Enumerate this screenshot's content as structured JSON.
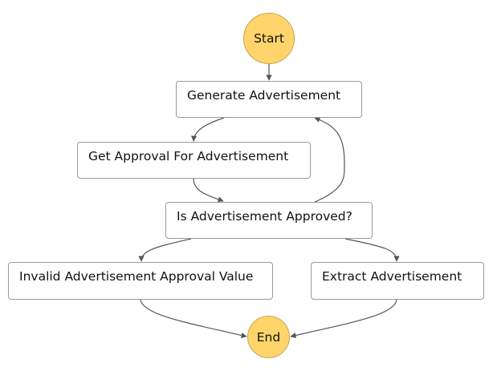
{
  "diagram": {
    "nodes": {
      "start": {
        "label": "Start",
        "shape": "circle"
      },
      "generate": {
        "label": "Generate Advertisement",
        "shape": "box"
      },
      "approval": {
        "label": "Get Approval For Advertisement",
        "shape": "box"
      },
      "check": {
        "label": "Is Advertisement Approved?",
        "shape": "box"
      },
      "invalid": {
        "label": "Invalid Advertisement Approval Value",
        "shape": "box"
      },
      "extract": {
        "label": "Extract Advertisement",
        "shape": "box"
      },
      "end": {
        "label": "End",
        "shape": "circle"
      }
    },
    "edges": [
      {
        "from": "start",
        "to": "generate"
      },
      {
        "from": "generate",
        "to": "approval"
      },
      {
        "from": "approval",
        "to": "check"
      },
      {
        "from": "check",
        "to": "generate"
      },
      {
        "from": "check",
        "to": "invalid"
      },
      {
        "from": "check",
        "to": "extract"
      },
      {
        "from": "invalid",
        "to": "end"
      },
      {
        "from": "extract",
        "to": "end"
      }
    ]
  },
  "colors": {
    "terminal_fill": "#ffd56b",
    "terminal_border": "#c7a653",
    "box_border": "#9a9a9a",
    "edge": "#555555"
  }
}
